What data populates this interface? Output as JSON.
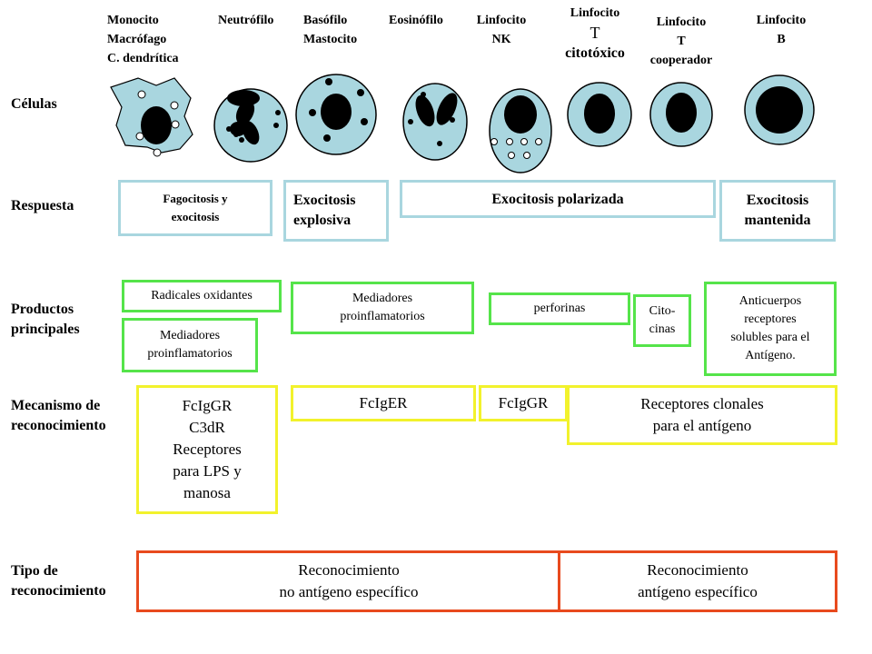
{
  "headers": {
    "monocito": [
      "Monocito",
      "Macrófago",
      "C. dendrítica"
    ],
    "neutrofilo": "Neutrófilo",
    "basofilo": [
      "Basófilo",
      "Mastocito"
    ],
    "eosinofilo": "Eosinófilo",
    "nk": [
      "Linfocito",
      "NK"
    ],
    "tc": [
      "Linfocito",
      "T",
      "citotóxico"
    ],
    "th": [
      "Linfocito",
      "T",
      "cooperador"
    ],
    "b": [
      "Linfocito",
      "B"
    ]
  },
  "row_labels": {
    "celulas": "Células",
    "respuesta": "Respuesta",
    "productos": [
      "Productos",
      "principales"
    ],
    "mecanismo": [
      "Mecanismo de",
      "reconocimiento"
    ],
    "tipo": [
      "Tipo de",
      "reconocimiento"
    ]
  },
  "respuesta": {
    "fagocitosis": [
      "Fagocitosis y",
      "exocitosis"
    ],
    "explosiva": [
      "Exocitosis",
      "explosiva"
    ],
    "polarizada": "Exocitosis polarizada",
    "mantenida": [
      "Exocitosis",
      "mantenida"
    ]
  },
  "productos": {
    "radicales": "Radicales oxidantes",
    "mediadores_1": [
      "Mediadores",
      "proinflamatorios"
    ],
    "mediadores_2": [
      "Mediadores",
      "proinflamatorios"
    ],
    "perforinas": "perforinas",
    "citocinas": [
      "Cito-",
      "cinas"
    ],
    "anticuerpos": [
      "Anticuerpos",
      "receptores",
      "solubles para el",
      "Antígeno."
    ]
  },
  "mecanismo": {
    "fagocito": [
      "FcIgGR",
      "C3dR",
      "Receptores",
      "para LPS y",
      "manosa"
    ],
    "fcier": "FcIgER",
    "fcigr": "FcIgGR",
    "clonales": [
      "Receptores clonales",
      "para el antígeno"
    ]
  },
  "tipo": {
    "no_especifico": [
      "Reconocimiento",
      "no antígeno específico"
    ],
    "especifico": [
      "Reconocimiento",
      "antígeno específico"
    ]
  },
  "colors": {
    "cell_fill": "#a9d6df",
    "respuesta_border": "#a9d6df",
    "productos_border": "#55e44a",
    "mecanismo_border": "#f2f22c",
    "tipo_border": "#e84a1e"
  }
}
